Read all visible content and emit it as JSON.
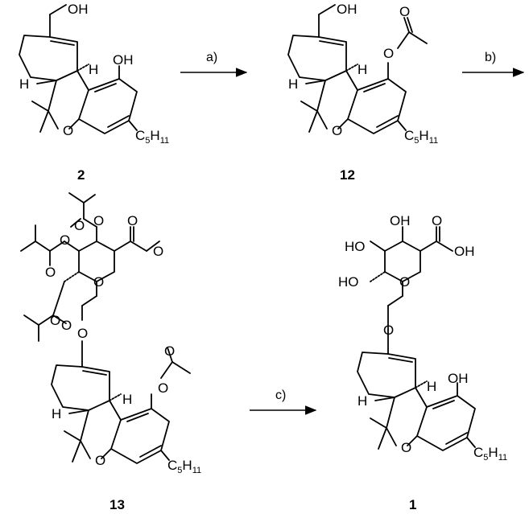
{
  "scheme": {
    "compounds": [
      {
        "id": "cmp-2",
        "number": "2"
      },
      {
        "id": "cmp-12",
        "number": "12"
      },
      {
        "id": "cmp-13",
        "number": "13"
      },
      {
        "id": "cmp-1",
        "number": "1"
      }
    ],
    "steps": [
      {
        "id": "step-a",
        "label": "a)"
      },
      {
        "id": "step-b",
        "label": "b)"
      },
      {
        "id": "step-c",
        "label": "c)"
      }
    ],
    "atoms": {
      "OH": "OH",
      "H": "H",
      "O": "O",
      "C": "C",
      "n5": "5",
      "n11": "H",
      "eleven": "11",
      "HO": "HO"
    }
  }
}
